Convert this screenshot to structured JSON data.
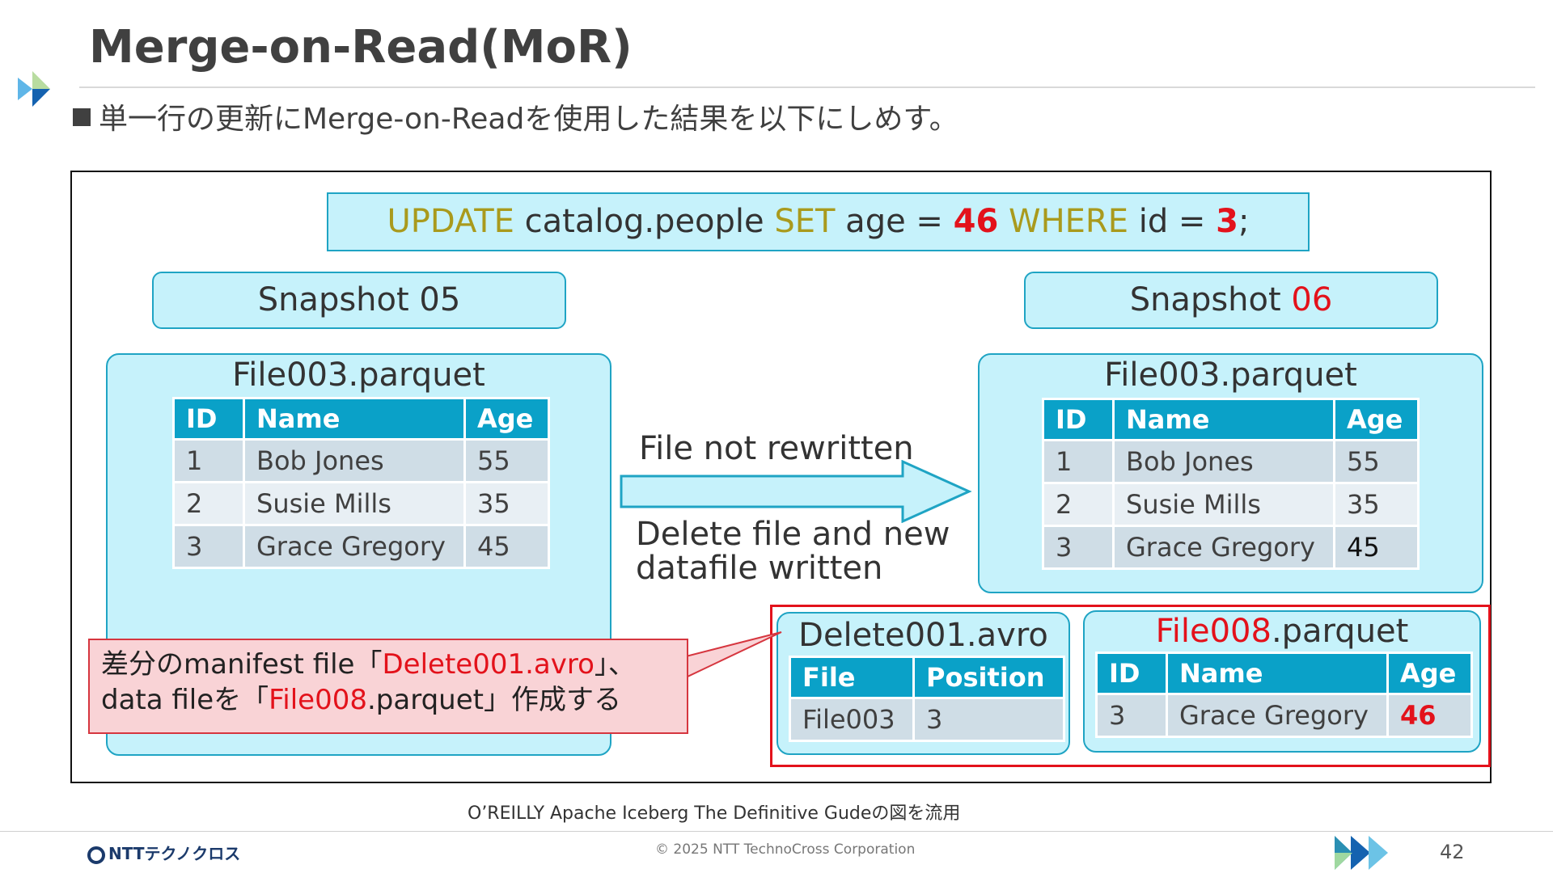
{
  "title": "Merge-on-Read(MoR)",
  "subtitle": "単一行の更新にMerge-on-Readを使用した結果を以下にしめす。",
  "sql": {
    "kw_update": "UPDATE",
    "table": " catalog.people ",
    "kw_set": "SET",
    "set_expr": " age = ",
    "set_value": "46",
    "kw_where": " WHERE",
    "where_expr": " id = ",
    "where_value": "3",
    "end": ";"
  },
  "snapshot_left": {
    "prefix": "Snapshot ",
    "number": "05"
  },
  "snapshot_right": {
    "prefix": "Snapshot ",
    "number": "06"
  },
  "left_file": {
    "name": "File003.parquet",
    "columns": [
      "ID",
      "Name",
      "Age"
    ],
    "rows": [
      [
        "1",
        "Bob Jones",
        "55"
      ],
      [
        "2",
        "Susie Mills",
        "35"
      ],
      [
        "3",
        "Grace Gregory",
        "45"
      ]
    ]
  },
  "right_file": {
    "name": "File003.parquet",
    "columns": [
      "ID",
      "Name",
      "Age"
    ],
    "rows": [
      [
        "1",
        "Bob Jones",
        "55"
      ],
      [
        "2",
        "Susie Mills",
        "35"
      ],
      [
        "3",
        "Grace Gregory",
        "45"
      ]
    ]
  },
  "arrow": {
    "label_top": "File not rewritten",
    "label_bottom_1": "Delete file and new",
    "label_bottom_2": "datafile written"
  },
  "delete_file": {
    "name": "Delete001.avro",
    "columns": [
      "File",
      "Position"
    ],
    "rows": [
      [
        "File003",
        "3"
      ]
    ]
  },
  "new_file": {
    "name_red": "File008",
    "name_rest": ".parquet",
    "columns": [
      "ID",
      "Name",
      "Age"
    ],
    "rows": [
      [
        "3",
        "Grace Gregory",
        "46"
      ]
    ]
  },
  "callout": {
    "line1_a": "差分のmanifest file「",
    "line1_b": "Delete001.avro",
    "line1_c": "」、",
    "line2_a": "data fileを「",
    "line2_b": "File008",
    "line2_c": ".parquet」作成する"
  },
  "credit": "O’REILLY Apache Iceberg The Definitive Gudeの図を流用",
  "footer": {
    "logo_text": "NTTテクノクロス",
    "copyright": "© 2025 NTT TechnoCross Corporation",
    "page_number": "42"
  },
  "colors": {
    "accent_cyan": "#0aa1c8",
    "box_fill": "#c6f2fb",
    "highlight_red": "#e3121b",
    "keyword_olive": "#a99a1d"
  }
}
